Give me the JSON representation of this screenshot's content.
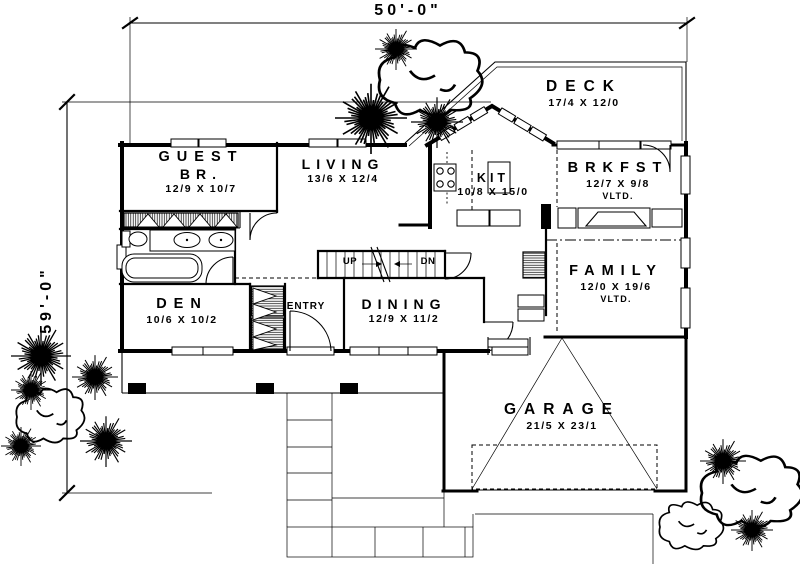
{
  "dimensions": {
    "width_label": "50'-0\"",
    "height_label": "59'-0\""
  },
  "rooms": {
    "guest": {
      "name_line1": "GUEST",
      "name_line2": "BR.",
      "size": "12/9 X 10/7"
    },
    "living": {
      "name": "LIVING",
      "size": "13/6 X 12/4"
    },
    "deck": {
      "name": "DECK",
      "size": "17/4 X 12/0"
    },
    "kitchen": {
      "name": "KIT",
      "size": "10/8 X 15/0"
    },
    "breakfast": {
      "name": "BRKFST",
      "size": "12/7 X 9/8",
      "note": "VLTD."
    },
    "family": {
      "name": "FAMILY",
      "size": "12/0 X 19/6",
      "note": "VLTD."
    },
    "den": {
      "name": "DEN",
      "size": "10/6 X 10/2"
    },
    "dining": {
      "name": "DINING",
      "size": "12/9 X 11/2"
    },
    "entry": {
      "name": "ENTRY"
    },
    "garage": {
      "name": "GARAGE",
      "size": "21/5 X 23/1"
    }
  },
  "stairs": {
    "up_label": "UP",
    "down_label": "DN"
  },
  "colors": {
    "line": "#000000",
    "background": "#ffffff"
  }
}
